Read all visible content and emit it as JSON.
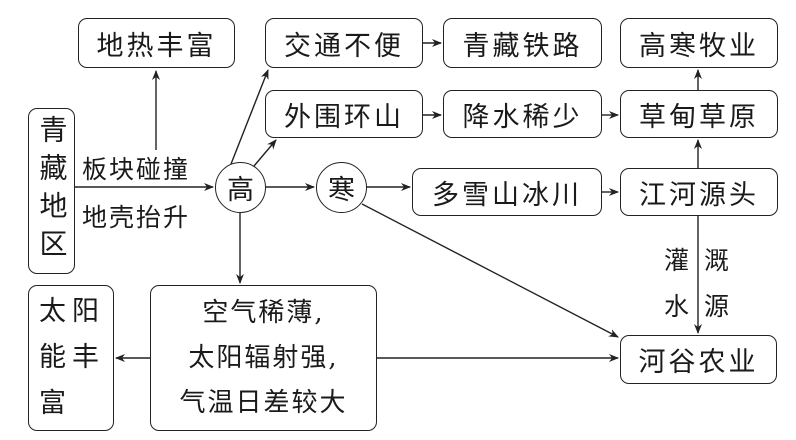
{
  "diagram": {
    "title": "",
    "nodes": {
      "region": "青藏地区",
      "geothermal": "地热丰富",
      "traffic": "交通不便",
      "railway": "青藏铁路",
      "pastoral": "高寒牧业",
      "mountains": "外围环山",
      "precip": "降水稀少",
      "grassland": "草甸草原",
      "high": "高",
      "cold": "寒",
      "glacier": "多雪山冰川",
      "riversource": "江河源头",
      "solar": [
        "太阳",
        "能丰",
        "富"
      ],
      "climate": [
        "空气稀薄,",
        "太阳辐射强,",
        "气温日差较大"
      ],
      "valleyagri": "河谷农业"
    },
    "edge_labels": {
      "collision": "板块碰撞",
      "uplift": "地壳抬升",
      "irrigation": [
        "灌",
        "水",
        "溉",
        "源"
      ]
    },
    "edges": [
      [
        "region",
        "high"
      ],
      [
        "region-line",
        "geothermal"
      ],
      [
        "high",
        "traffic"
      ],
      [
        "high",
        "mountains"
      ],
      [
        "high",
        "cold"
      ],
      [
        "high",
        "climate"
      ],
      [
        "traffic",
        "railway"
      ],
      [
        "mountains",
        "precip"
      ],
      [
        "precip",
        "grassland"
      ],
      [
        "cold",
        "glacier"
      ],
      [
        "cold",
        "valleyagri"
      ],
      [
        "glacier",
        "riversource"
      ],
      [
        "riversource",
        "grassland"
      ],
      [
        "grassland",
        "pastoral"
      ],
      [
        "riversource",
        "valleyagri"
      ],
      [
        "climate",
        "solar"
      ],
      [
        "climate",
        "valleyagri"
      ]
    ]
  }
}
